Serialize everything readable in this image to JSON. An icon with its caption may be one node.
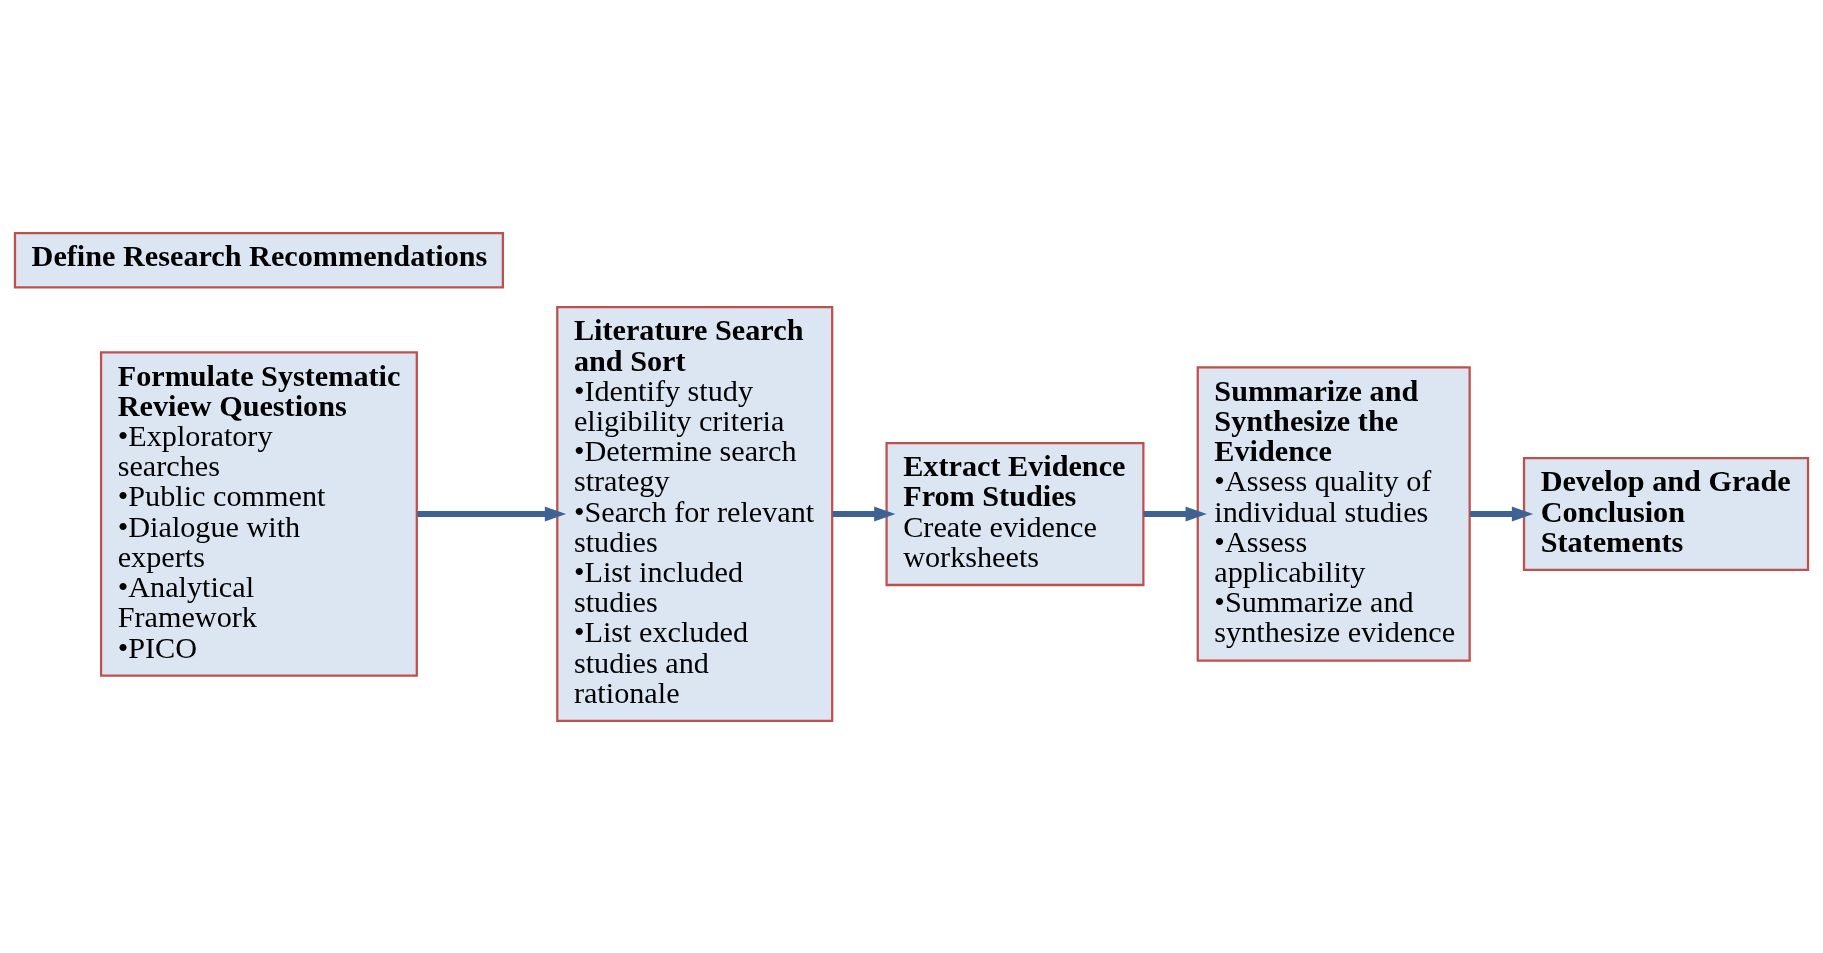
{
  "diagram": {
    "nodes": [
      {
        "text": [
          "Formulate Systematic Review Questions",
          "•Exploratory searches",
          "•Public comment",
          "•Dialogue with experts",
          "•Analytical Framework",
          "•PICO"
        ]
      },
      {
        "text": [
          "Literature Search and Sort",
          "•Identify study eligibility criteria",
          "•Determine search strategy",
          "•Search for relevant studies",
          "•List included studies",
          "•List excluded studies and rationale"
        ]
      },
      {
        "text": [
          "Extract Evidence From Studies",
          "Create evidence worksheets"
        ]
      },
      {
        "text": [
          "Summarize and Synthesize the Evidence",
          "•Assess quality of individual studies",
          "•Assess applicability",
          "•Summarize and synthesize evidence"
        ]
      },
      {
        "text": [
          "Develop and Grade Conclusion Statements"
        ]
      },
      {
        "text": [
          "Define Research Recommendations"
        ]
      }
    ],
    "edges": [
      {
        "from": 0,
        "to": 1,
        "arrow": "to"
      },
      {
        "from": 1,
        "to": 2,
        "arrow": "to"
      },
      {
        "from": 2,
        "to": 3,
        "arrow": "to"
      },
      {
        "from": 3,
        "to": 4,
        "arrow": "to"
      }
    ]
  }
}
